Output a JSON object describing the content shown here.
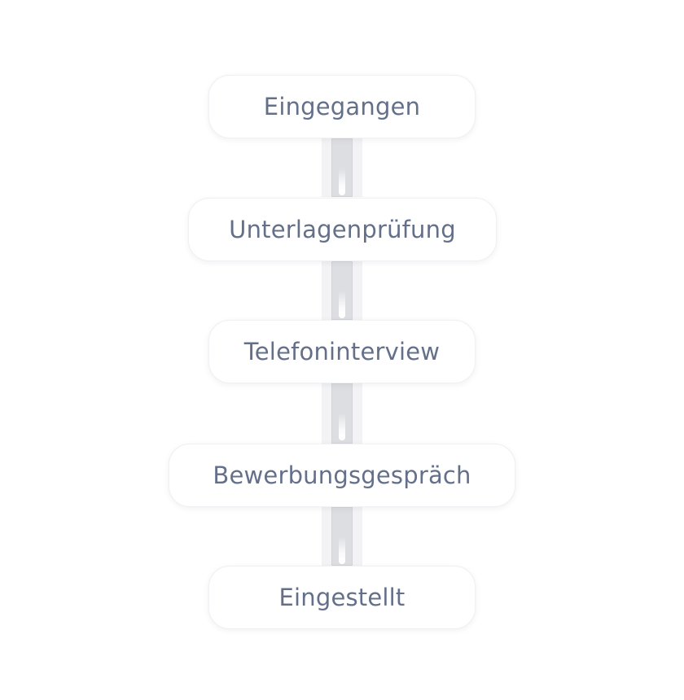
{
  "stages": [
    {
      "label": "Eingegangen"
    },
    {
      "label": "Unterlagenprüfung"
    },
    {
      "label": "Telefoninterview"
    },
    {
      "label": "Bewerbungsgespräch"
    },
    {
      "label": "Eingestellt"
    }
  ],
  "colors": {
    "stage_text": "#64708a",
    "stage_border": "#f0f1f4",
    "connector_rail": "#dddee2",
    "connector_track": "#f3f3f5",
    "background": "#ffffff"
  }
}
